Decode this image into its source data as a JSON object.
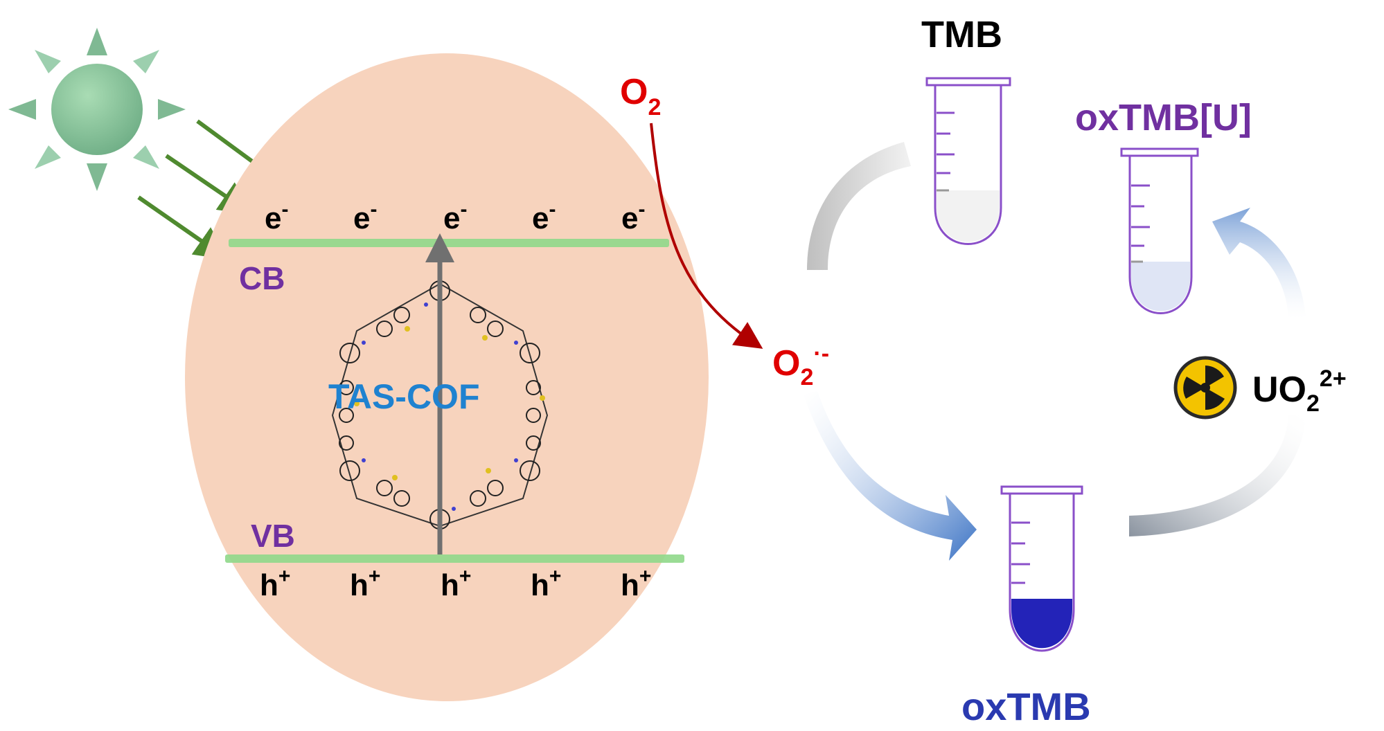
{
  "labels": {
    "electron": "e",
    "electron_charge": "-",
    "hole": "h",
    "hole_charge": "+",
    "cb": "CB",
    "vb": "VB",
    "cof": "TAS-COF",
    "o2": "O",
    "o2_sub": "2",
    "superoxide": "O",
    "superoxide_sub": "2",
    "superoxide_sup": "·-",
    "tmb": "TMB",
    "oxtmb_u": "oxTMB[U]",
    "oxtmb": "oxTMB",
    "uranyl": "UO",
    "uranyl_sub": "2",
    "uranyl_sup": "2+"
  },
  "colors": {
    "sphere": "#f7d3bd",
    "band": "#8fd88a",
    "band_label": "#7030a0",
    "cof_label": "#1f82d0",
    "oxygen": "#e00000",
    "tube_outline": "#8a4fc9",
    "oxtmb_fill": "#2323b8",
    "oxtmb_u_fill": "#dfe5f5",
    "tmb_fill": "#f2f2f2",
    "radiation_badge": "#f3c300",
    "sun": "#7fbf90"
  },
  "icons": {
    "sun": "sun-icon",
    "radiation": "radiation-icon",
    "tube": "test-tube-icon"
  }
}
